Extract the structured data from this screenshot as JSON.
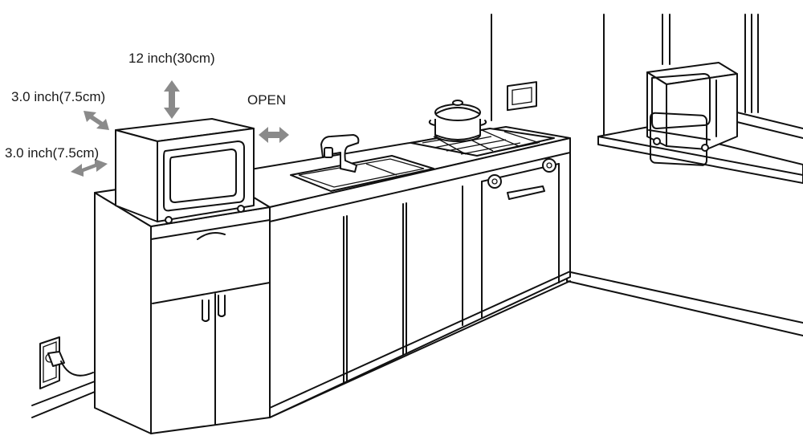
{
  "labels": {
    "top_clearance": "12 inch(30cm)",
    "side_clearance_upper": "3.0 inch(7.5cm)",
    "side_clearance_lower": "3.0 inch(7.5cm)",
    "open": "OPEN"
  },
  "colors": {
    "line": "#111111",
    "arrow": "#8a8a8a",
    "background": "#ffffff"
  },
  "icons": [
    "double-arrow-vertical",
    "double-arrow-horizontal",
    "double-arrow-diagonal"
  ]
}
